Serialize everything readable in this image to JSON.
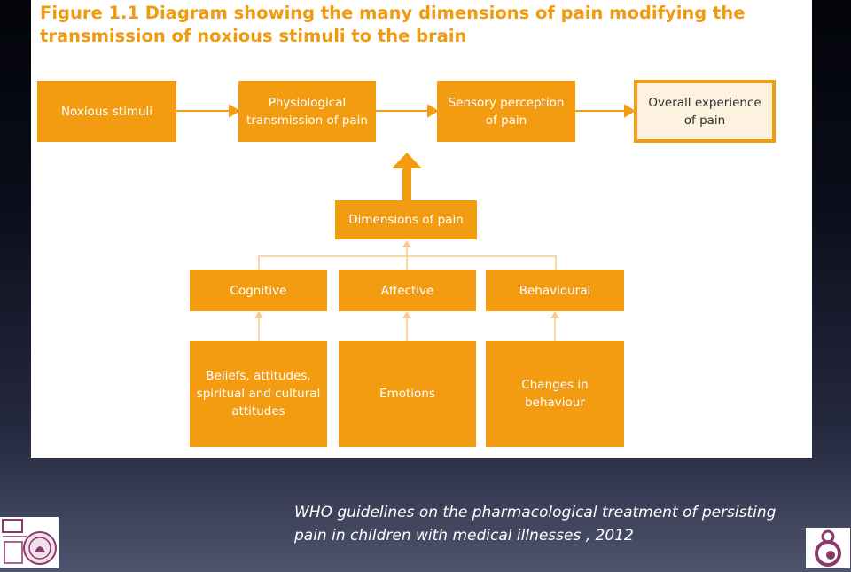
{
  "figure": {
    "title": "Figure 1.1 Diagram showing the many dimensions of pain modifying the transmission of noxious stimuli to the brain"
  },
  "flow": [
    {
      "label": "Noxious stimuli"
    },
    {
      "label": "Physiological transmission of pain"
    },
    {
      "label": "Sensory perception of pain"
    },
    {
      "label": "Overall experience of pain"
    }
  ],
  "dimensions": {
    "label": "Dimensions of pain"
  },
  "categories": [
    {
      "label": "Cognitive"
    },
    {
      "label": "Affective"
    },
    {
      "label": "Behavioural"
    }
  ],
  "details": [
    {
      "label": "Beliefs, attitudes, spiritual and cultural attitudes"
    },
    {
      "label": "Emotions"
    },
    {
      "label": "Changes in behaviour"
    }
  ],
  "caption": "WHO guidelines on the pharmacological treatment of persisting pain in children with medical illnesses , 2012",
  "colors": {
    "accent": "#f39c12",
    "title": "#f29a0e",
    "final_fill": "#fdf2df"
  },
  "logos": [
    "university-seal-logo",
    "mother-child-logo"
  ]
}
